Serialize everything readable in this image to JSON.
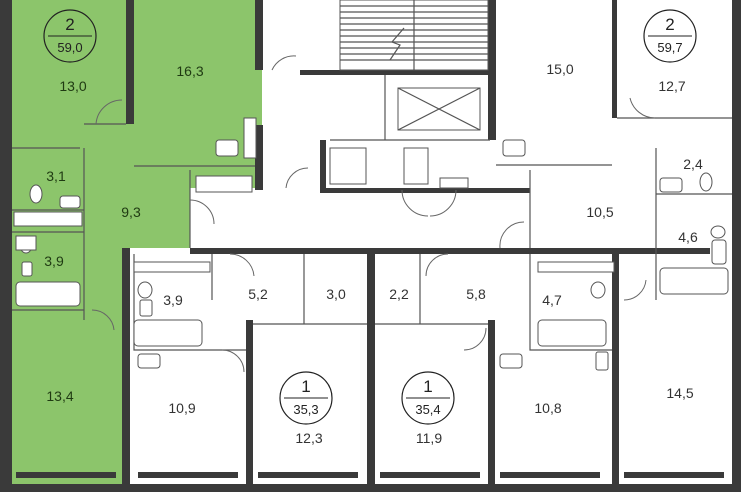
{
  "colors": {
    "highlight": "#8cc56b",
    "wall": "#3a3a3a",
    "floor": "#ffffff"
  },
  "apartments": [
    {
      "id": "apt-a",
      "rooms": "2",
      "area": "59,0",
      "highlighted": true
    },
    {
      "id": "apt-b",
      "rooms": "2",
      "area": "59,7",
      "highlighted": false
    },
    {
      "id": "apt-c",
      "rooms": "1",
      "area": "35,3",
      "highlighted": false
    },
    {
      "id": "apt-d",
      "rooms": "1",
      "area": "35,4",
      "highlighted": false
    }
  ],
  "rooms": [
    {
      "label": "13,0",
      "apt": "apt-a"
    },
    {
      "label": "16,3",
      "apt": "apt-a"
    },
    {
      "label": "3,1",
      "apt": "apt-a"
    },
    {
      "label": "9,3",
      "apt": "apt-a"
    },
    {
      "label": "3,9",
      "apt": "apt-a"
    },
    {
      "label": "13,4",
      "apt": "apt-a"
    },
    {
      "label": "15,0",
      "apt": "apt-b"
    },
    {
      "label": "12,7",
      "apt": "apt-b"
    },
    {
      "label": "2,4",
      "apt": "apt-b"
    },
    {
      "label": "10,5",
      "apt": "apt-b"
    },
    {
      "label": "4,6",
      "apt": "apt-b"
    },
    {
      "label": "14,5",
      "apt": "apt-b"
    },
    {
      "label": "3,9",
      "apt": "other"
    },
    {
      "label": "5,2",
      "apt": "apt-c"
    },
    {
      "label": "3,0",
      "apt": "apt-c"
    },
    {
      "label": "10,9",
      "apt": "other"
    },
    {
      "label": "12,3",
      "apt": "apt-c"
    },
    {
      "label": "2,2",
      "apt": "apt-d"
    },
    {
      "label": "5,8",
      "apt": "apt-d"
    },
    {
      "label": "4,7",
      "apt": "other"
    },
    {
      "label": "11,9",
      "apt": "apt-d"
    },
    {
      "label": "10,8",
      "apt": "other"
    }
  ]
}
